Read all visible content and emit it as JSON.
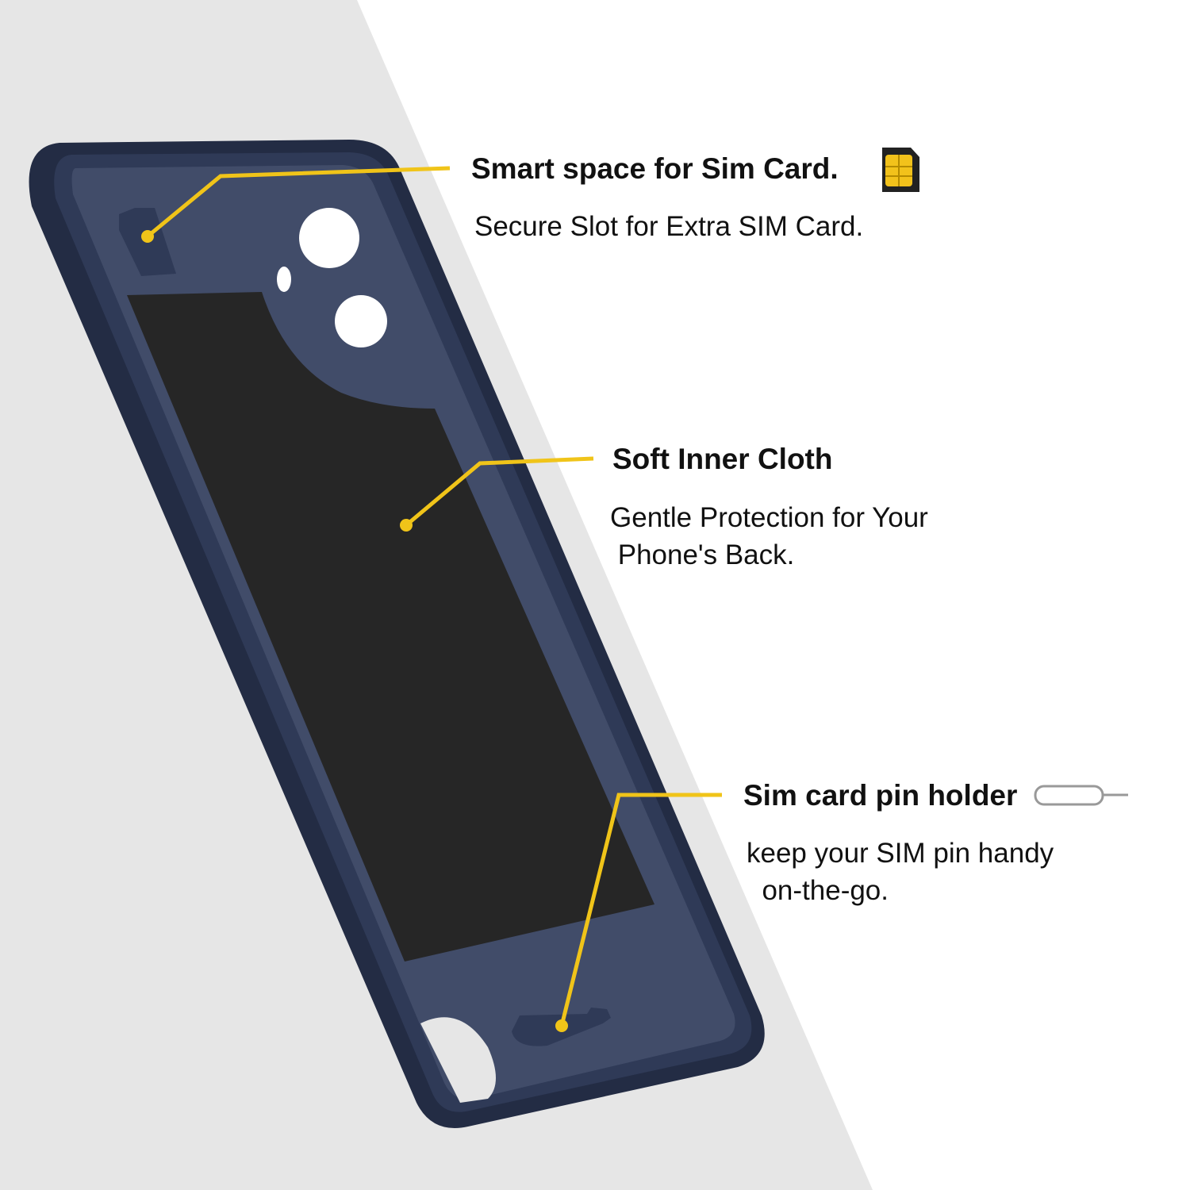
{
  "colors": {
    "accent": "#f0c419",
    "case": "#2b3550",
    "case_inner": "#414c69",
    "cloth": "#262626",
    "background_left": "#e6e6e6"
  },
  "callouts": [
    {
      "title": "Smart space for Sim Card.",
      "description": [
        "Secure Slot for Extra SIM Card."
      ],
      "icon": "sim-card-icon"
    },
    {
      "title": "Soft Inner Cloth",
      "description": [
        "Gentle Protection for Your",
        " Phone's Back."
      ]
    },
    {
      "title": "Sim card pin holder",
      "description": [
        "keep your SIM pin handy",
        "  on-the-go."
      ],
      "icon": "sim-pin-icon"
    }
  ]
}
